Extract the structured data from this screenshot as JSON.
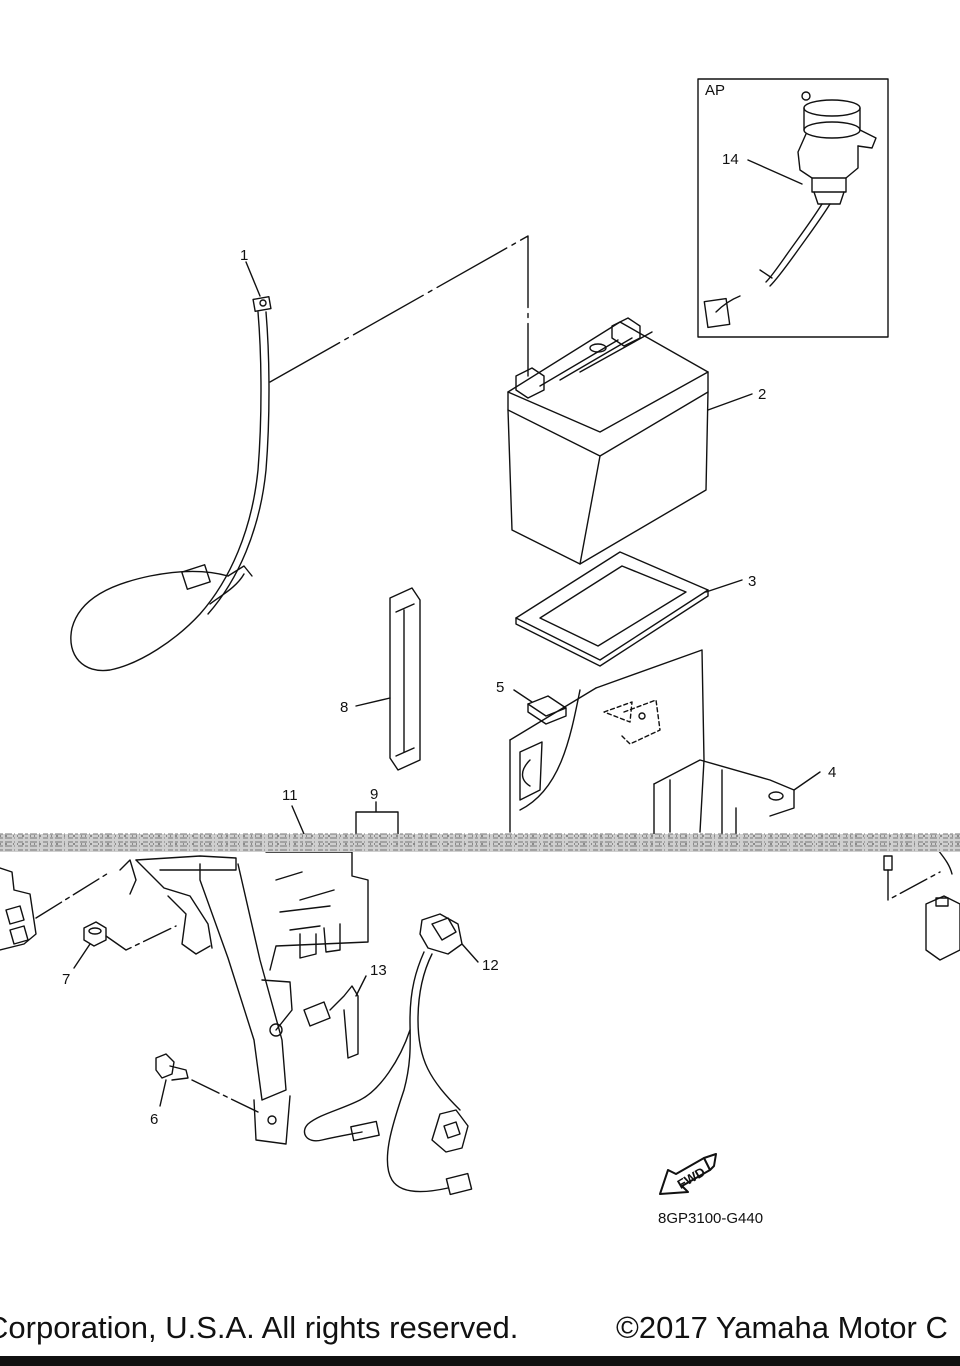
{
  "diagram": {
    "inset_label": "AP",
    "diagram_code": "8GP3100-G440",
    "fwd_label": "FWD",
    "callouts": [
      "1",
      "2",
      "3",
      "4",
      "5",
      "6",
      "7",
      "8",
      "9",
      "11",
      "12",
      "13",
      "14"
    ]
  },
  "footer": {
    "left_text": "Corporation, U.S.A. All rights reserved.",
    "right_text": "©2017 Yamaha Motor C"
  }
}
